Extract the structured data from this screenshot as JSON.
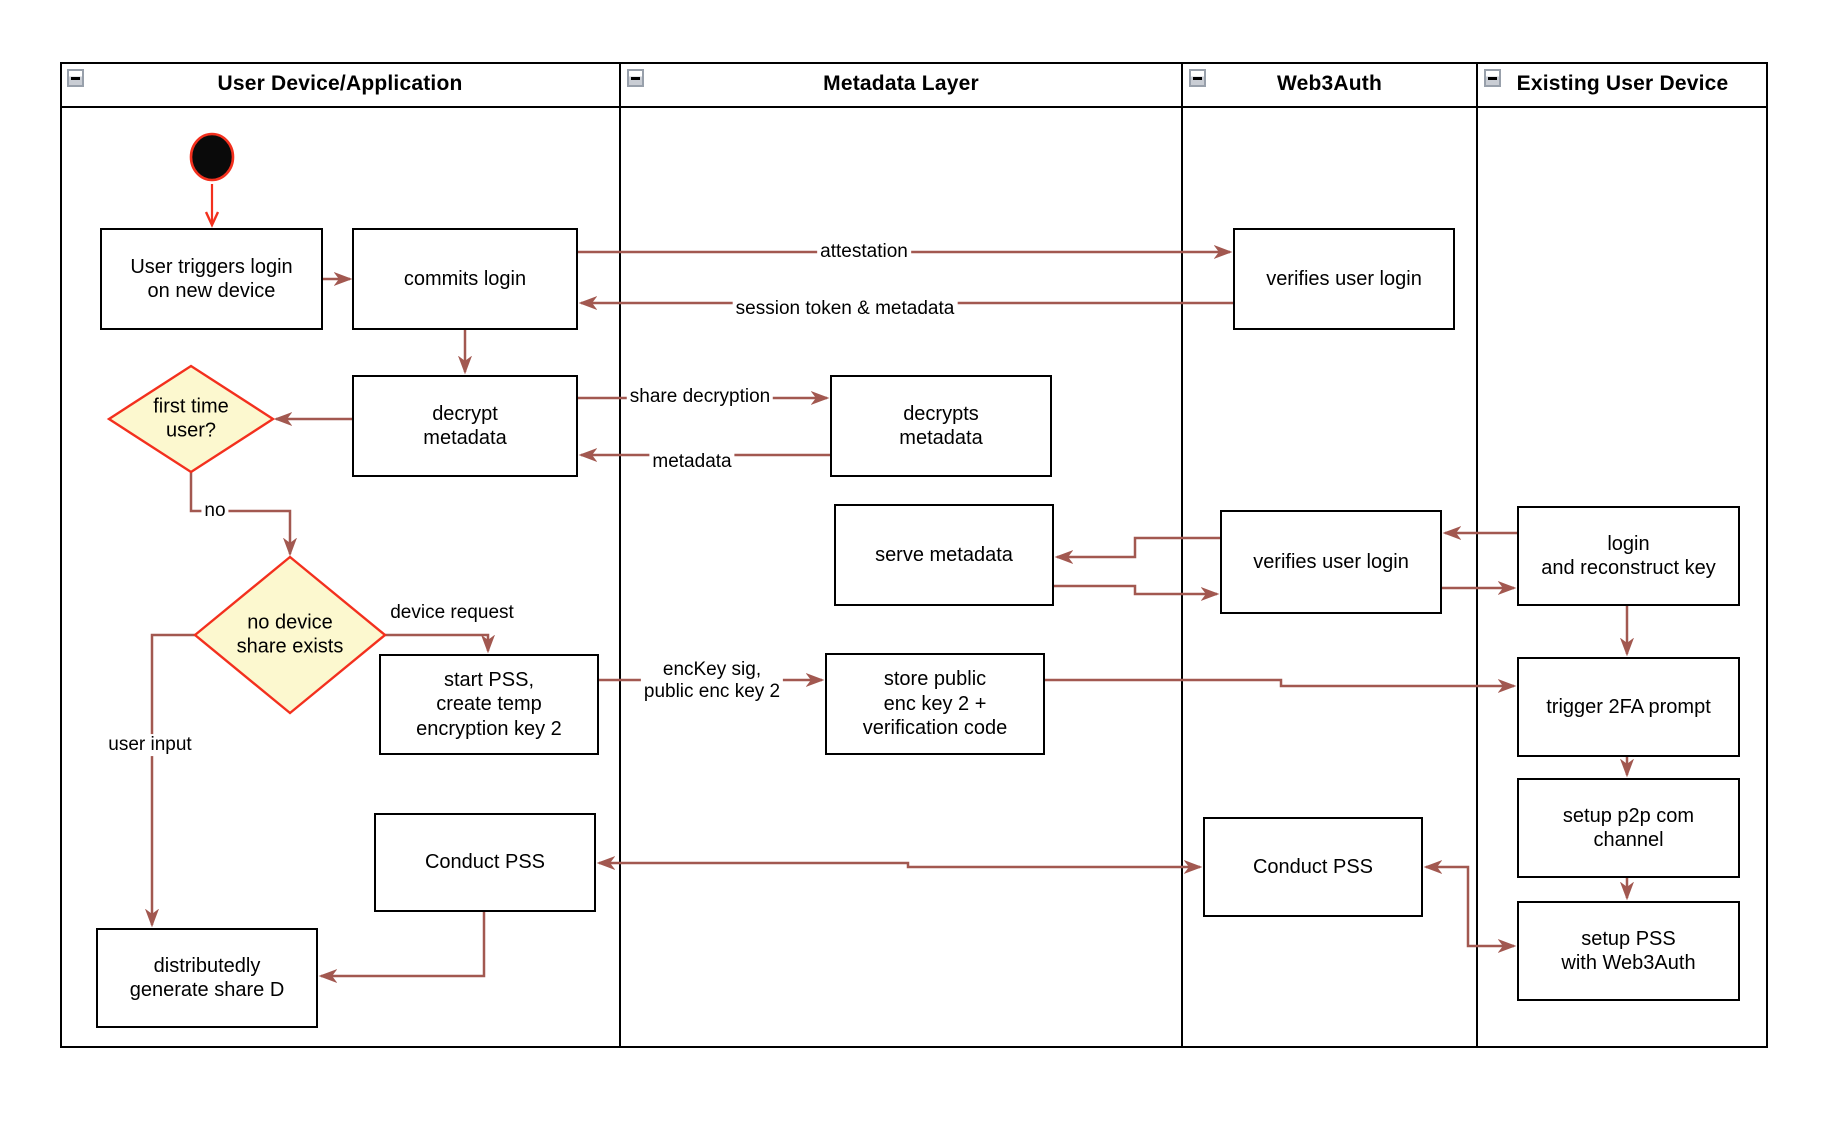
{
  "colors": {
    "background": "#FFFFFF",
    "lane_border": "#000000",
    "shape_border": "#000000",
    "arrow": "#A25850",
    "accent_red": "#F3301E",
    "decision_fill": "#FCF8CF",
    "decision_border": "#F3301E",
    "start_node_fill": "#0A0A0A",
    "collapse_icon_gray": "#C9CDD4"
  },
  "lanes": [
    {
      "title": "User Device/Application"
    },
    {
      "title": "Metadata Layer"
    },
    {
      "title": "Web3Auth"
    },
    {
      "title": "Existing User Device"
    }
  ],
  "collapse_icon": "minus",
  "nodes": {
    "user_triggers_login": {
      "label": "User triggers login\non new device"
    },
    "commits_login": {
      "label": "commits login"
    },
    "verifies_user_login_1": {
      "label": "verifies user login"
    },
    "decrypt_metadata": {
      "label": "decrypt\nmetadata"
    },
    "decrypts_metadata": {
      "label": "decrypts\nmetadata"
    },
    "first_time_user": {
      "label": "first time\nuser?"
    },
    "no_device_share_exists": {
      "label": "no device\nshare exists"
    },
    "serve_metadata": {
      "label": "serve metadata"
    },
    "verifies_user_login_2": {
      "label": "verifies user login"
    },
    "login_and_reconstruct_key": {
      "label": "login\nand reconstruct key"
    },
    "start_pss_create_temp": {
      "label": "start PSS,\ncreate temp\nencryption key 2"
    },
    "store_public_enc_key": {
      "label": "store public\nenc key 2 +\nverification code"
    },
    "trigger_2fa_prompt": {
      "label": "trigger 2FA prompt"
    },
    "setup_p2p_com_channel": {
      "label": "setup p2p com\nchannel"
    },
    "setup_pss_with_web3auth": {
      "label": "setup PSS\nwith Web3Auth"
    },
    "conduct_pss_user_device": {
      "label": "Conduct PSS"
    },
    "conduct_pss_web3auth": {
      "label": "Conduct PSS"
    },
    "distributedly_generate_share_d": {
      "label": "distributedly\ngenerate share D"
    }
  },
  "edge_labels": {
    "attestation": "attestation",
    "session_token_metadata": "session token & metadata",
    "share_decryption": "share decryption",
    "metadata": "metadata",
    "no": "no",
    "device_request": "device request",
    "enckey_sig": "encKey sig,\npublic enc key 2",
    "user_input": "user input"
  }
}
